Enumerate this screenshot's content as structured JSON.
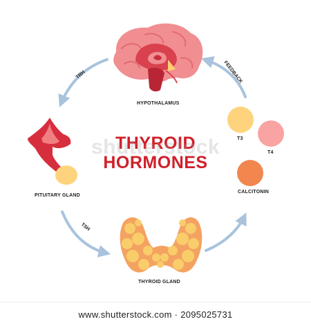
{
  "title": {
    "line1": "THYROID",
    "line2": "HORMONES"
  },
  "labels": {
    "hypothalamus": "HYPOTHALAMUS",
    "pituitary": "PITUITARY GLAND",
    "thyroid": "THYROID GLAND",
    "calcitonin": "CALCITONIN",
    "t3": "T3",
    "t4": "T4"
  },
  "arrows": {
    "trh": "TRH",
    "tsh": "TSH",
    "feedback": "FEEDBACK"
  },
  "watermark": "shutterstock",
  "footer": {
    "url": "www.shutterstock.com · 2095025731"
  },
  "colors": {
    "title_red": "#d0202a",
    "arrow_blue": "#a9c3dd",
    "t3_yellow": "#fdd47d",
    "t4_pink": "#f9a3a3",
    "calcitonin_orange": "#f1864f",
    "brain_pink": "#f18e92",
    "thyroid_yellow": "#f9cd6a",
    "thyroid_orange": "#f4a261"
  }
}
